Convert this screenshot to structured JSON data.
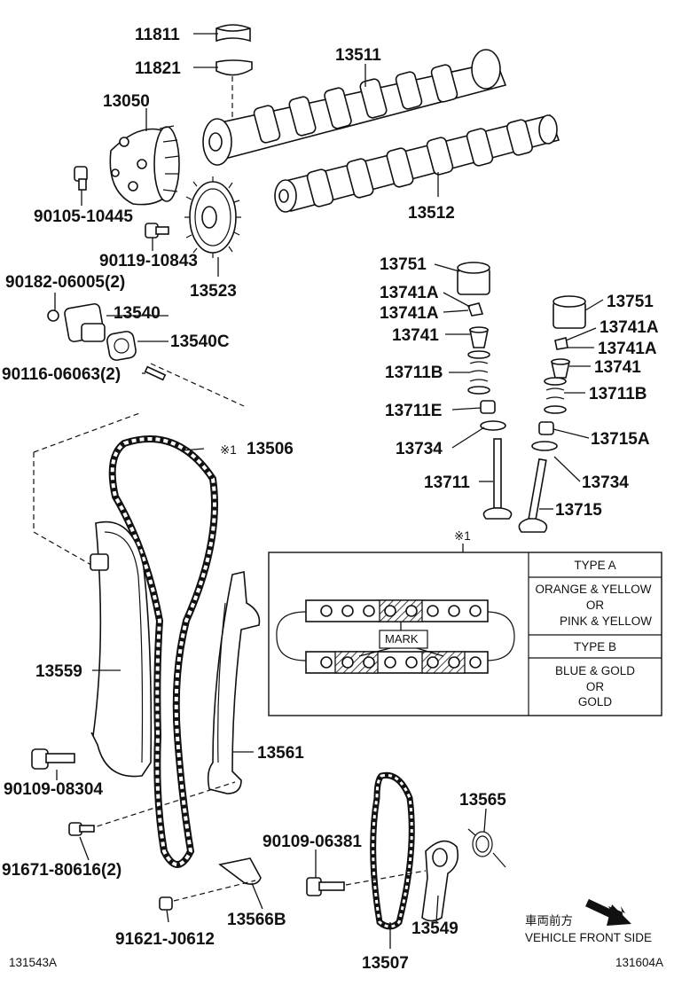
{
  "parts": {
    "p11811": "11811",
    "p11821": "11821",
    "p13511": "13511",
    "p13050": "13050",
    "p13512": "13512",
    "p90105": "90105-10445",
    "p90119": "90119-10843",
    "p13523": "13523",
    "p90182": "90182-06005(2)",
    "p13540": "13540",
    "p13540c": "13540C",
    "p90116": "90116-06063(2)",
    "p13506": "13506",
    "p13506_note": "※1",
    "p13751_l": "13751",
    "p13741a_l1": "13741A",
    "p13741a_l2": "13741A",
    "p13741_l": "13741",
    "p13711b_l": "13711B",
    "p13711e": "13711E",
    "p13734_l": "13734",
    "p13711": "13711",
    "p13751_r": "13751",
    "p13741a_r1": "13741A",
    "p13741a_r2": "13741A",
    "p13741_r": "13741",
    "p13711b_r": "13711B",
    "p13715a": "13715A",
    "p13734_r": "13734",
    "p13715": "13715",
    "p13559": "13559",
    "p13561": "13561",
    "p90109_08304": "90109-08304",
    "p91671": "91671-80616(2)",
    "p13566b": "13566B",
    "p91621": "91621-J0612",
    "p90109_06381": "90109-06381",
    "p13507": "13507",
    "p13565": "13565",
    "p13549": "13549"
  },
  "inset": {
    "ref": "※1",
    "mark": "MARK",
    "type_a": "TYPE A",
    "type_a_line1": "ORANGE & YELLOW",
    "type_a_line2": "OR",
    "type_a_line3": "PINK & YELLOW",
    "type_b": "TYPE B",
    "type_b_line1": "BLUE & GOLD",
    "type_b_line2": "OR",
    "type_b_line3": "GOLD"
  },
  "direction": {
    "jp": "車両前方",
    "en": "VEHICLE FRONT SIDE"
  },
  "codes": {
    "left": "131543A",
    "right": "131604A"
  }
}
